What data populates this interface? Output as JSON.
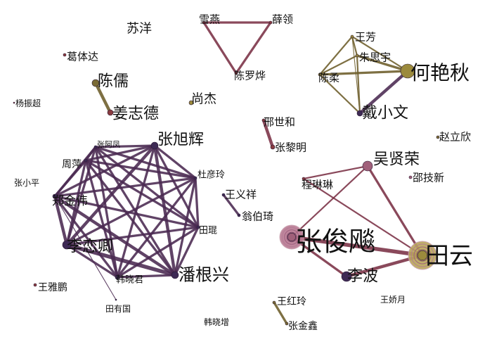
{
  "colors": {
    "background": "#ffffff",
    "edge_purple": "#4b2a52",
    "edge_olive": "#6d5d2a",
    "edge_maroon": "#7a3045",
    "node_dark": "#3e2a55",
    "node_olive": "#7a6b35",
    "node_gold": "#9b8a3c",
    "node_red": "#8a3b40",
    "node_mauve": "#a0607a",
    "text": "#111111"
  },
  "nodes": [
    {
      "id": "suyang",
      "label": "苏洋"
    },
    {
      "id": "xueyan",
      "label": "雪燕"
    },
    {
      "id": "xueling",
      "label": "薛领"
    },
    {
      "id": "chenluohua",
      "label": "陈罗烨"
    },
    {
      "id": "getida",
      "label": "葛体达"
    },
    {
      "id": "chenru",
      "label": "陈儒"
    },
    {
      "id": "jiangzhide",
      "label": "姜志德"
    },
    {
      "id": "yangzhenchao",
      "label": "杨振超"
    },
    {
      "id": "shangjie",
      "label": "尚杰"
    },
    {
      "id": "wangfang",
      "label": "王芳"
    },
    {
      "id": "zhusiyu",
      "label": "朱思宇"
    },
    {
      "id": "chenrou",
      "label": "陈柔"
    },
    {
      "id": "heyanqiu",
      "label": "何艳秋"
    },
    {
      "id": "daixiaowen",
      "label": "戴小文"
    },
    {
      "id": "xingshihe",
      "label": "邢世和"
    },
    {
      "id": "zhangliming",
      "label": "张黎明"
    },
    {
      "id": "zhaolixin",
      "label": "赵立欣"
    },
    {
      "id": "zhangxuhui",
      "label": "张旭辉"
    },
    {
      "id": "zhangafeng",
      "label": "张阿凤"
    },
    {
      "id": "zhouping",
      "label": "周萍"
    },
    {
      "id": "zhangxiaoping",
      "label": "张小平"
    },
    {
      "id": "zhengjinwei",
      "label": "郑金伟"
    },
    {
      "id": "duyanling",
      "label": "杜彦玲"
    },
    {
      "id": "liliangqing",
      "label": "李恋卿"
    },
    {
      "id": "tiankun",
      "label": "田琨"
    },
    {
      "id": "hanxiaojun",
      "label": "韩晓君"
    },
    {
      "id": "pangenxing",
      "label": "潘根兴"
    },
    {
      "id": "wangyapeng",
      "label": "王雅鹏"
    },
    {
      "id": "tianyouguo",
      "label": "田有国"
    },
    {
      "id": "hanxiaozeng",
      "label": "韩晓增"
    },
    {
      "id": "wangyixiang",
      "label": "王义祥"
    },
    {
      "id": "wengboqi",
      "label": "翁伯琦"
    },
    {
      "id": "wuxianrong",
      "label": "吴贤荣"
    },
    {
      "id": "chenglinlin",
      "label": "程琳琳"
    },
    {
      "id": "qujixin",
      "label": "邵技新"
    },
    {
      "id": "zhangjunbiao",
      "label": "张俊飚"
    },
    {
      "id": "tianyun",
      "label": "田云"
    },
    {
      "id": "libo",
      "label": "李波"
    },
    {
      "id": "wanghongling",
      "label": "王红玲"
    },
    {
      "id": "zhangjinxin",
      "label": "张金鑫"
    },
    {
      "id": "wangjiaoyue",
      "label": "王娇月"
    }
  ],
  "edges": [
    {
      "from": "xueyan",
      "to": "xueling",
      "weight": 3,
      "color": "edge_maroon"
    },
    {
      "from": "xueyan",
      "to": "chenluohua",
      "weight": 3,
      "color": "edge_maroon"
    },
    {
      "from": "xueling",
      "to": "chenluohua",
      "weight": 3,
      "color": "edge_maroon"
    },
    {
      "from": "chenru",
      "to": "jiangzhide",
      "weight": 4,
      "color": "edge_olive"
    },
    {
      "from": "wangfang",
      "to": "zhusiyu",
      "weight": 2,
      "color": "edge_olive"
    },
    {
      "from": "wangfang",
      "to": "chenrou",
      "weight": 2,
      "color": "edge_olive"
    },
    {
      "from": "wangfang",
      "to": "heyanqiu",
      "weight": 2,
      "color": "edge_olive"
    },
    {
      "from": "wangfang",
      "to": "daixiaowen",
      "weight": 1,
      "color": "edge_olive"
    },
    {
      "from": "zhusiyu",
      "to": "chenrou",
      "weight": 2,
      "color": "edge_olive"
    },
    {
      "from": "zhusiyu",
      "to": "heyanqiu",
      "weight": 3,
      "color": "edge_olive"
    },
    {
      "from": "zhusiyu",
      "to": "daixiaowen",
      "weight": 2,
      "color": "edge_olive"
    },
    {
      "from": "chenrou",
      "to": "heyanqiu",
      "weight": 3,
      "color": "edge_olive"
    },
    {
      "from": "chenrou",
      "to": "daixiaowen",
      "weight": 2,
      "color": "edge_olive"
    },
    {
      "from": "heyanqiu",
      "to": "daixiaowen",
      "weight": 4,
      "color": "edge_purple"
    },
    {
      "from": "xingshihe",
      "to": "zhangliming",
      "weight": 4,
      "color": "edge_maroon"
    },
    {
      "from": "wangyixiang",
      "to": "wengboqi",
      "weight": 3,
      "color": "edge_purple"
    },
    {
      "from": "wanghongling",
      "to": "zhangjinxin",
      "weight": 3,
      "color": "edge_olive"
    },
    {
      "from": "zhangxuhui",
      "to": "zhangafeng",
      "weight": 3,
      "color": "edge_purple"
    },
    {
      "from": "zhangxuhui",
      "to": "zhouping",
      "weight": 3,
      "color": "edge_purple"
    },
    {
      "from": "zhangxuhui",
      "to": "zhengjinwei",
      "weight": 3,
      "color": "edge_purple"
    },
    {
      "from": "zhangxuhui",
      "to": "duyanling",
      "weight": 3,
      "color": "edge_purple"
    },
    {
      "from": "zhangxuhui",
      "to": "liliangqing",
      "weight": 4,
      "color": "edge_purple"
    },
    {
      "from": "zhangxuhui",
      "to": "tiankun",
      "weight": 3,
      "color": "edge_purple"
    },
    {
      "from": "zhangxuhui",
      "to": "hanxiaojun",
      "weight": 3,
      "color": "edge_purple"
    },
    {
      "from": "zhangxuhui",
      "to": "pangenxing",
      "weight": 4,
      "color": "edge_purple"
    },
    {
      "from": "zhangafeng",
      "to": "zhouping",
      "weight": 3,
      "color": "edge_purple"
    },
    {
      "from": "zhangafeng",
      "to": "zhengjinwei",
      "weight": 3,
      "color": "edge_purple"
    },
    {
      "from": "zhangafeng",
      "to": "duyanling",
      "weight": 3,
      "color": "edge_purple"
    },
    {
      "from": "zhangafeng",
      "to": "liliangqing",
      "weight": 3,
      "color": "edge_purple"
    },
    {
      "from": "zhangafeng",
      "to": "tiankun",
      "weight": 3,
      "color": "edge_purple"
    },
    {
      "from": "zhangafeng",
      "to": "hanxiaojun",
      "weight": 3,
      "color": "edge_purple"
    },
    {
      "from": "zhangafeng",
      "to": "pangenxing",
      "weight": 3,
      "color": "edge_purple"
    },
    {
      "from": "zhouping",
      "to": "zhengjinwei",
      "weight": 3,
      "color": "edge_purple"
    },
    {
      "from": "zhouping",
      "to": "duyanling",
      "weight": 3,
      "color": "edge_purple"
    },
    {
      "from": "zhouping",
      "to": "liliangqing",
      "weight": 3,
      "color": "edge_purple"
    },
    {
      "from": "zhouping",
      "to": "tiankun",
      "weight": 3,
      "color": "edge_purple"
    },
    {
      "from": "zhouping",
      "to": "hanxiaojun",
      "weight": 3,
      "color": "edge_purple"
    },
    {
      "from": "zhouping",
      "to": "pangenxing",
      "weight": 3,
      "color": "edge_purple"
    },
    {
      "from": "zhengjinwei",
      "to": "duyanling",
      "weight": 3,
      "color": "edge_purple"
    },
    {
      "from": "zhengjinwei",
      "to": "liliangqing",
      "weight": 4,
      "color": "edge_purple"
    },
    {
      "from": "zhengjinwei",
      "to": "tiankun",
      "weight": 3,
      "color": "edge_purple"
    },
    {
      "from": "zhengjinwei",
      "to": "hanxiaojun",
      "weight": 3,
      "color": "edge_purple"
    },
    {
      "from": "zhengjinwei",
      "to": "pangenxing",
      "weight": 4,
      "color": "edge_purple"
    },
    {
      "from": "zhengjinwei",
      "to": "tianyouguo",
      "weight": 1,
      "color": "edge_purple"
    },
    {
      "from": "duyanling",
      "to": "liliangqing",
      "weight": 3,
      "color": "edge_purple"
    },
    {
      "from": "duyanling",
      "to": "tiankun",
      "weight": 3,
      "color": "edge_purple"
    },
    {
      "from": "duyanling",
      "to": "hanxiaojun",
      "weight": 3,
      "color": "edge_purple"
    },
    {
      "from": "duyanling",
      "to": "pangenxing",
      "weight": 3,
      "color": "edge_purple"
    },
    {
      "from": "liliangqing",
      "to": "tiankun",
      "weight": 3,
      "color": "edge_purple"
    },
    {
      "from": "liliangqing",
      "to": "hanxiaojun",
      "weight": 3,
      "color": "edge_purple"
    },
    {
      "from": "liliangqing",
      "to": "pangenxing",
      "weight": 5,
      "color": "edge_purple"
    },
    {
      "from": "tiankun",
      "to": "hanxiaojun",
      "weight": 3,
      "color": "edge_purple"
    },
    {
      "from": "tiankun",
      "to": "pangenxing",
      "weight": 3,
      "color": "edge_purple"
    },
    {
      "from": "hanxiaojun",
      "to": "pangenxing",
      "weight": 3,
      "color": "edge_purple"
    },
    {
      "from": "wuxianrong",
      "to": "chenglinlin",
      "weight": 2,
      "color": "edge_maroon"
    },
    {
      "from": "wuxianrong",
      "to": "zhangjunbiao",
      "weight": 2,
      "color": "edge_maroon"
    },
    {
      "from": "wuxianrong",
      "to": "tianyun",
      "weight": 3,
      "color": "edge_maroon"
    },
    {
      "from": "chenglinlin",
      "to": "tianyun",
      "weight": 2,
      "color": "edge_maroon"
    },
    {
      "from": "zhangjunbiao",
      "to": "tianyun",
      "weight": 5,
      "color": "edge_maroon"
    },
    {
      "from": "zhangjunbiao",
      "to": "libo",
      "weight": 3,
      "color": "edge_maroon"
    },
    {
      "from": "libo",
      "to": "tianyun",
      "weight": 4,
      "color": "edge_maroon"
    }
  ]
}
